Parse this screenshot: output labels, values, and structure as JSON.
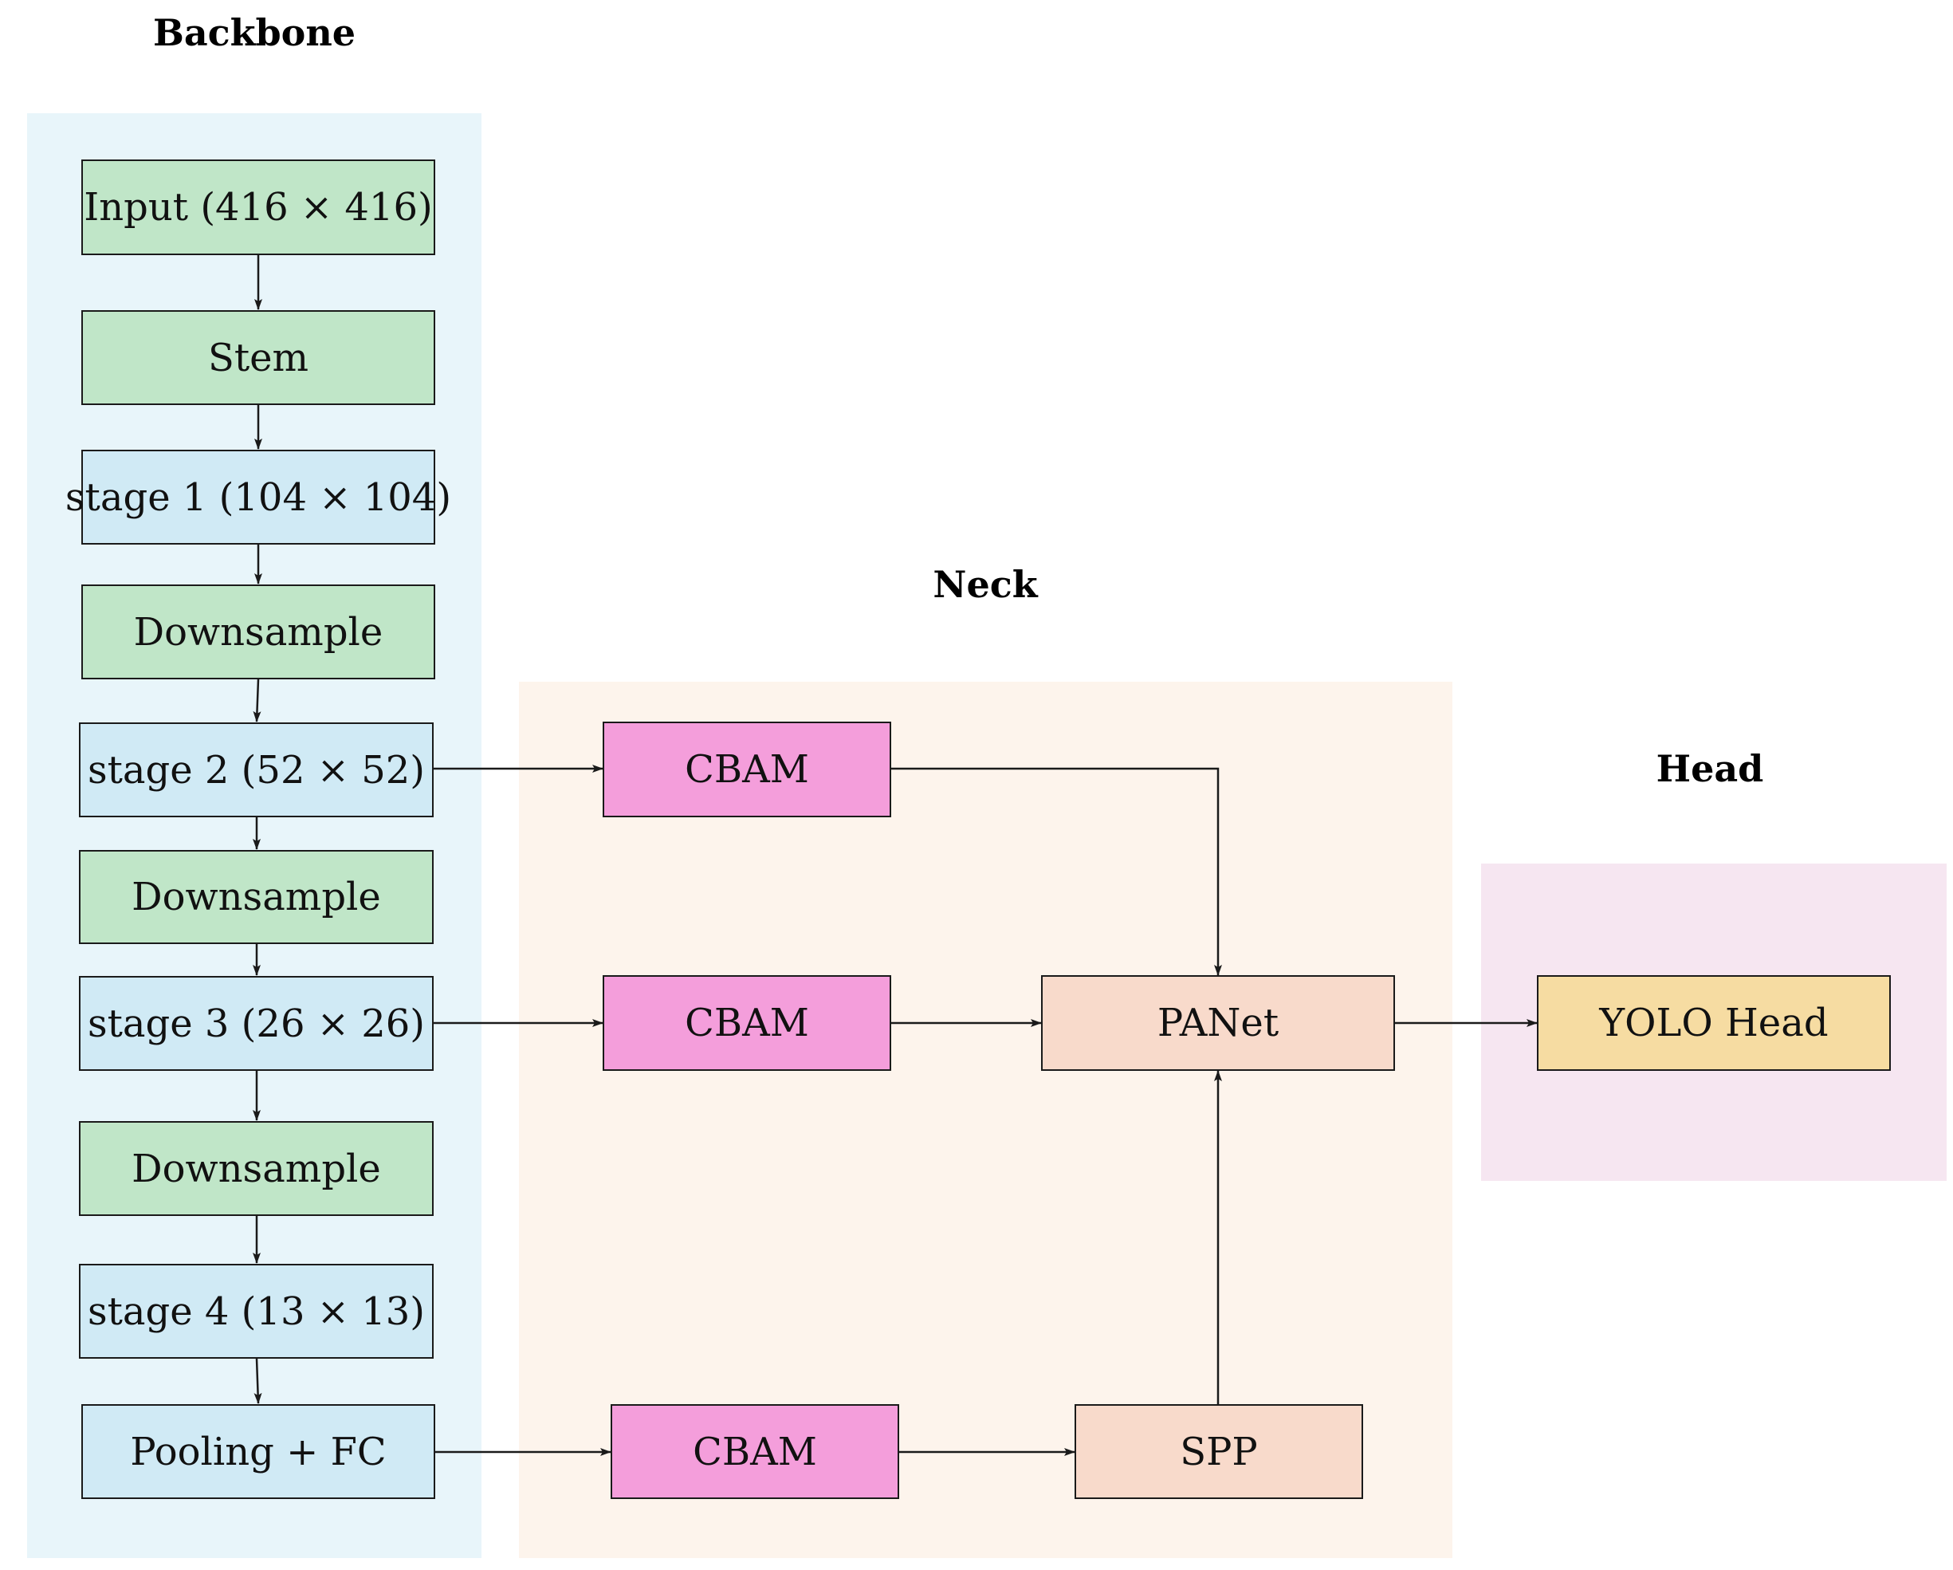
{
  "regions": {
    "backbone": {
      "title": "Backbone",
      "color": "#e8f5fa"
    },
    "neck": {
      "title": "Neck",
      "color": "#fdf4ec"
    },
    "head": {
      "title": "Head",
      "color": "#f6e6f1"
    }
  },
  "colors": {
    "green": "#c0e6c8",
    "blue": "#d0eaf5",
    "magenta": "#f49edb",
    "peach": "#f8dacb",
    "yellow": "#f6dca2",
    "stroke": "#1a1a1a"
  },
  "nodes": {
    "input": "Input (416 × 416)",
    "stem": "Stem",
    "stage1": "stage 1 (104 × 104)",
    "down1": "Downsample",
    "stage2": "stage 2 (52 × 52)",
    "down2": "Downsample",
    "stage3": "stage 3 (26 × 26)",
    "down3": "Downsample",
    "stage4": "stage 4 (13 × 13)",
    "pooling": "Pooling + FC",
    "cbam1": "CBAM",
    "cbam2": "CBAM",
    "cbam3": "CBAM",
    "panet": "PANet",
    "spp": "SPP",
    "yolo": "YOLO Head"
  }
}
